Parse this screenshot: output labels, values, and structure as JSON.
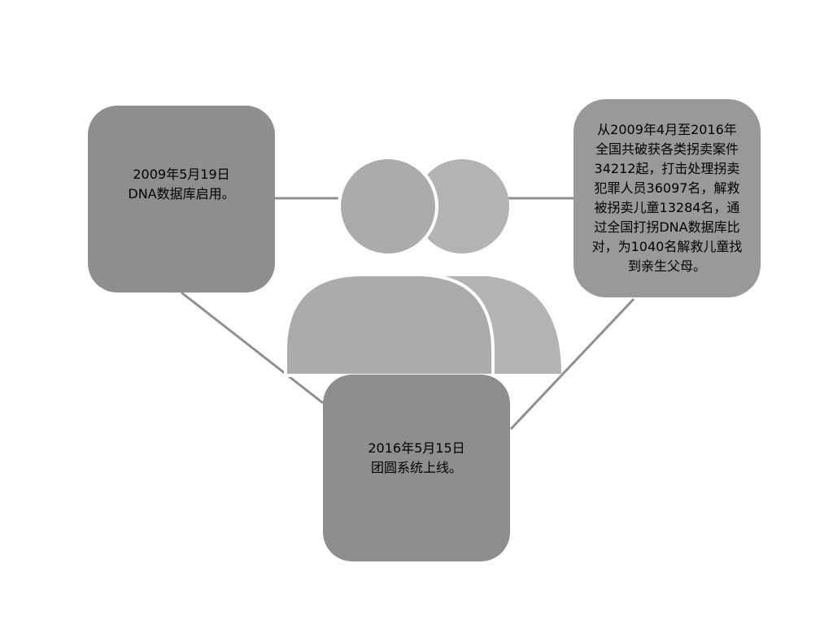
{
  "colors": {
    "box_left": "#8e8e8e",
    "box_right": "#999999",
    "box_bottom": "#8e8e8e",
    "figure_front": "#ababab",
    "figure_back": "#b3b3b3",
    "connector": "#8f8f8f"
  },
  "icons": {
    "center": "two-people-icon"
  },
  "boxes": {
    "left": {
      "text": "2009年5月19日\nDNA数据库启用。"
    },
    "right": {
      "text": "从2009年4月至2016年\n全国共破获各类拐卖案件\n34212起，打击处理拐卖\n犯罪人员36097名，解救\n被拐卖儿童13284名，通\n过全国打拐DNA数据库比\n对，为1040名解救儿童找\n到亲生父母。"
    },
    "bottom": {
      "text": "2016年5月15日\n团圆系统上线。"
    }
  }
}
